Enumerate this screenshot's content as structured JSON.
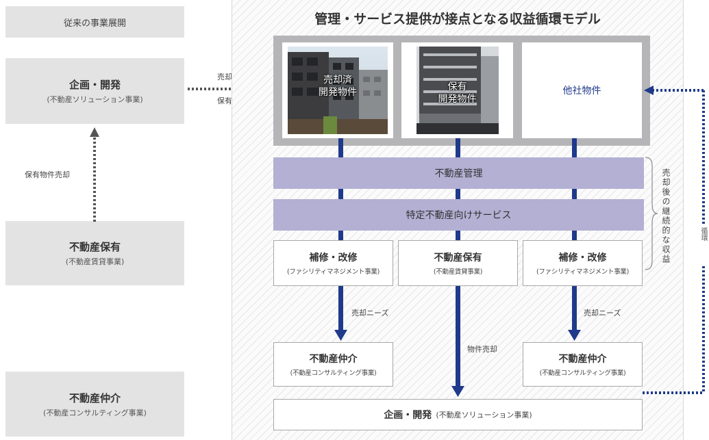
{
  "left": {
    "header": "従来の事業展開",
    "planning_box": {
      "title": "企画・開発",
      "subtitle": "(不動産ソリューション事業)"
    },
    "holding_box": {
      "title": "不動産保有",
      "subtitle": "(不動産賃貸事業)"
    },
    "brokerage_box": {
      "title": "不動産仲介",
      "subtitle": "(不動産コンサルティング事業)"
    },
    "arrow_label_sale": "売却",
    "arrow_label_hold": "保有",
    "vertical_arrow_label": "保有物件売却"
  },
  "model": {
    "title": "管理・サービス提供が接点となる収益循環モデル",
    "properties": [
      {
        "label": "売却済\n開発物件",
        "kind": "photo"
      },
      {
        "label": "保有\n開発物件",
        "kind": "photo"
      },
      {
        "label": "他社物件",
        "kind": "text"
      }
    ],
    "band_management": "不動産管理",
    "band_services": "特定不動産向けサービス",
    "brace_label": "売却後の継続的な収益",
    "mid_boxes": [
      {
        "title": "補修・改修",
        "subtitle": "(ファシリティマネジメント事業)"
      },
      {
        "title": "不動産保有",
        "subtitle": "(不動産賃貸事業)"
      },
      {
        "title": "補修・改修",
        "subtitle": "(ファシリティマネジメント事業)"
      }
    ],
    "sale_needs_left": "売却ニーズ",
    "sale_needs_right": "売却ニーズ",
    "property_sale": "物件売却",
    "lower_boxes": [
      {
        "title": "不動産仲介",
        "subtitle": "(不動産コンサルティング事業)"
      },
      {
        "title": "不動産仲介",
        "subtitle": "(不動産コンサルティング事業)"
      }
    ],
    "bottom_box": {
      "title": "企画・開発",
      "subtitle": "(不動産ソリューション事業)"
    }
  },
  "right": {
    "cycle_label": "循環"
  },
  "colors": {
    "arrow_navy": "#1f3a8a",
    "band_purple": "#b3b0d4",
    "panel_grey": "#e3e3e4"
  }
}
